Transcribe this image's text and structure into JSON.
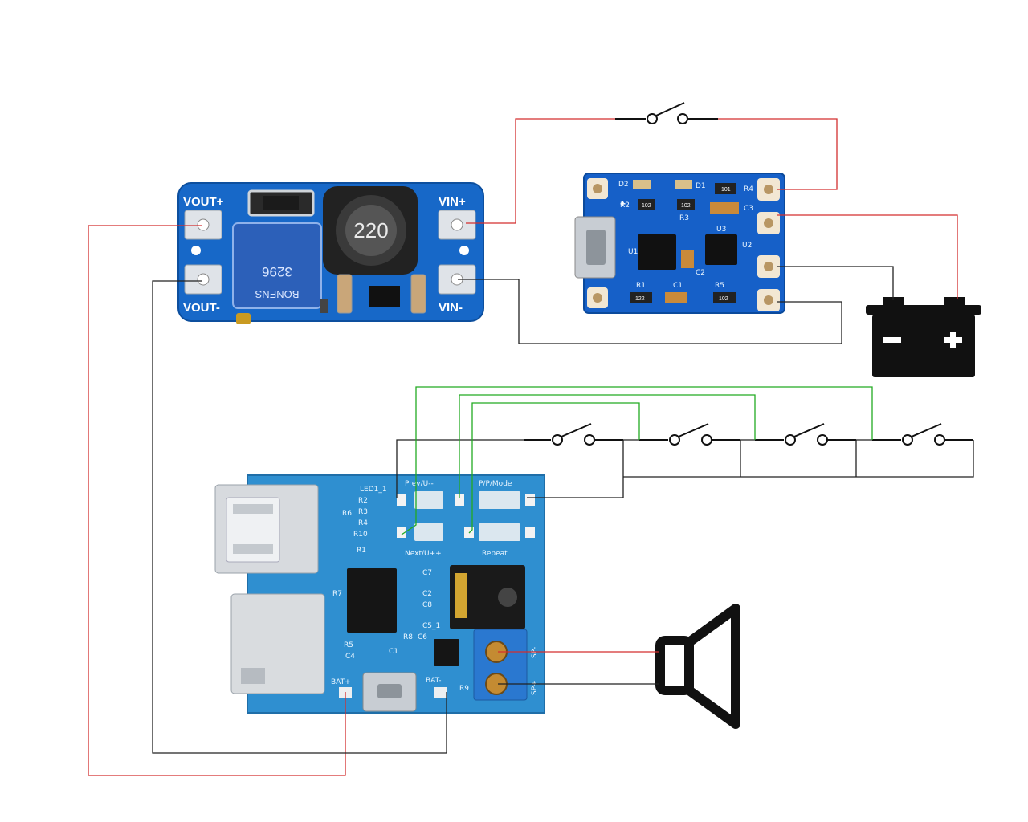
{
  "boost_module": {
    "vout_plus": "VOUT+",
    "vout_minus": "VOUT-",
    "vin_plus": "VIN+",
    "vin_minus": "VIN-",
    "inductor_code": "220",
    "pot_brand": "BONENS",
    "pot_model": "3296"
  },
  "charger_module": {
    "labels": [
      "D2",
      "D1",
      "R4",
      "R2",
      "R3",
      "C3",
      "U1",
      "U3",
      "U2",
      "C2",
      "R1",
      "C1",
      "R5"
    ],
    "resistor_codes": [
      "102",
      "102",
      "101",
      "122",
      "102"
    ],
    "plus_mark": "+"
  },
  "mp3_module": {
    "btn_prev": "Prev/U--",
    "btn_play": "P/P/Mode",
    "btn_next": "Next/U++",
    "btn_repeat": "Repeat",
    "bat_plus": "BAT+",
    "bat_minus": "BAT-",
    "sp_minus": "SP-",
    "sp_plus": "SP+",
    "silk_labels": [
      "LED1_1",
      "R2",
      "R6",
      "R3",
      "R4",
      "R10",
      "R1",
      "R7",
      "R5",
      "C4",
      "C1",
      "C7",
      "C2",
      "C8",
      "C5_1",
      "R8",
      "C6",
      "R9"
    ]
  },
  "colors": {
    "wire_positive": "#d32f2f",
    "wire_negative": "#222222",
    "wire_button": "#22aa22",
    "pcb_blue": "#1768c8",
    "pcb_mp3": "#2f8fd0"
  },
  "icons": [
    "battery-icon",
    "speaker-icon",
    "switch-icon"
  ]
}
